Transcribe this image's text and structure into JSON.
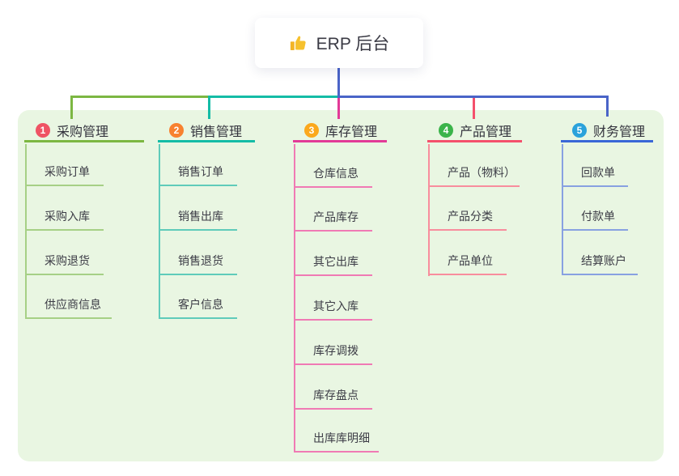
{
  "root": {
    "label": "ERP 后台",
    "icon": "thumbs-up-icon"
  },
  "panel_bg": "#E9F6E2",
  "connector_color": "#4A64C8",
  "branches": [
    {
      "index": "1",
      "label": "采购管理",
      "line_color": "#7CB742",
      "child_line_color": "#A6D086",
      "badge_color": "#EF5364",
      "children": [
        "采购订单",
        "采购入库",
        "采购退货",
        "供应商信息"
      ]
    },
    {
      "index": "2",
      "label": "销售管理",
      "line_color": "#14BCA6",
      "child_line_color": "#5FCBBA",
      "badge_color": "#F8812F",
      "children": [
        "销售订单",
        "销售出库",
        "销售退货",
        "客户信息"
      ]
    },
    {
      "index": "3",
      "label": "库存管理",
      "line_color": "#E23A97",
      "child_line_color": "#F07AB4",
      "badge_color": "#FBA81C",
      "children": [
        "仓库信息",
        "产品库存",
        "其它出库",
        "其它入库",
        "库存调拨",
        "库存盘点",
        "出库库明细"
      ]
    },
    {
      "index": "4",
      "label": "产品管理",
      "line_color": "#F4506C",
      "child_line_color": "#F88D9D",
      "badge_color": "#3BB44A",
      "children": [
        "产品（物料）",
        "产品分类",
        "产品单位"
      ]
    },
    {
      "index": "5",
      "label": "财务管理",
      "line_color": "#3A67D7",
      "child_line_color": "#88A1E1",
      "badge_color": "#2AA2DB",
      "children": [
        "回款单",
        "付款单",
        "结算账户"
      ]
    }
  ]
}
